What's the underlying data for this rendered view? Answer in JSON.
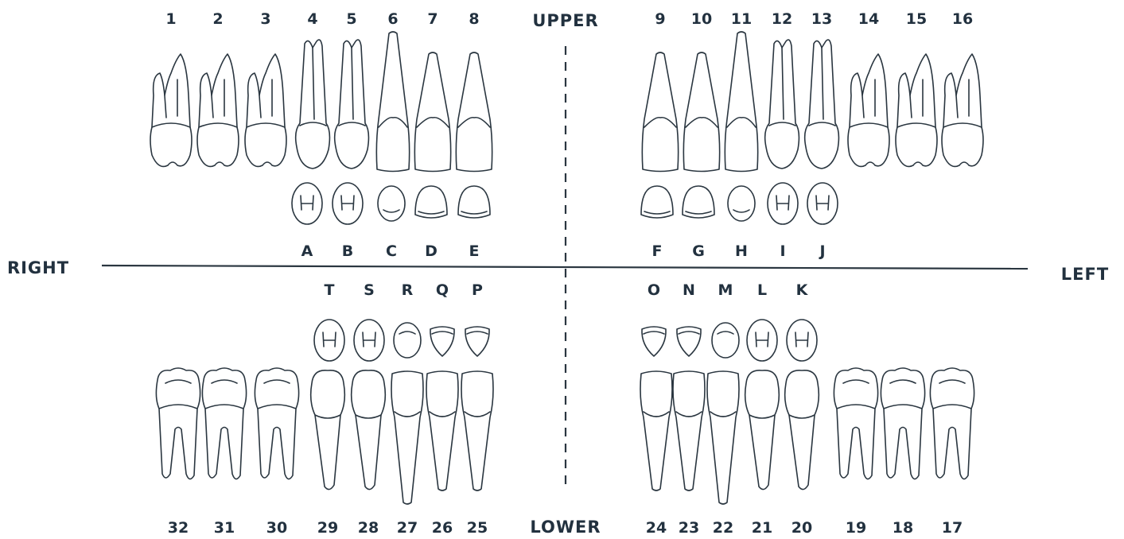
{
  "labels": {
    "upper": "UPPER",
    "lower": "LOWER",
    "right": "RIGHT",
    "left": "LEFT"
  },
  "upper_permanent": [
    {
      "number": "1",
      "type": "molar"
    },
    {
      "number": "2",
      "type": "molar"
    },
    {
      "number": "3",
      "type": "molar"
    },
    {
      "number": "4",
      "type": "premolar"
    },
    {
      "number": "5",
      "type": "premolar"
    },
    {
      "number": "6",
      "type": "canine"
    },
    {
      "number": "7",
      "type": "incisor"
    },
    {
      "number": "8",
      "type": "incisor"
    },
    {
      "number": "9",
      "type": "incisor"
    },
    {
      "number": "10",
      "type": "incisor"
    },
    {
      "number": "11",
      "type": "canine"
    },
    {
      "number": "12",
      "type": "premolar"
    },
    {
      "number": "13",
      "type": "premolar"
    },
    {
      "number": "14",
      "type": "molar"
    },
    {
      "number": "15",
      "type": "molar"
    },
    {
      "number": "16",
      "type": "molar"
    }
  ],
  "upper_primary": [
    {
      "letter": "A",
      "type": "molar"
    },
    {
      "letter": "B",
      "type": "molar"
    },
    {
      "letter": "C",
      "type": "canine"
    },
    {
      "letter": "D",
      "type": "incisor"
    },
    {
      "letter": "E",
      "type": "incisor"
    },
    {
      "letter": "F",
      "type": "incisor"
    },
    {
      "letter": "G",
      "type": "incisor"
    },
    {
      "letter": "H",
      "type": "canine"
    },
    {
      "letter": "I",
      "type": "molar"
    },
    {
      "letter": "J",
      "type": "molar"
    }
  ],
  "lower_primary": [
    {
      "letter": "T",
      "type": "molar"
    },
    {
      "letter": "S",
      "type": "molar"
    },
    {
      "letter": "R",
      "type": "canine"
    },
    {
      "letter": "Q",
      "type": "incisor"
    },
    {
      "letter": "P",
      "type": "incisor"
    },
    {
      "letter": "O",
      "type": "incisor"
    },
    {
      "letter": "N",
      "type": "incisor"
    },
    {
      "letter": "M",
      "type": "canine"
    },
    {
      "letter": "L",
      "type": "molar"
    },
    {
      "letter": "K",
      "type": "molar"
    }
  ],
  "lower_permanent": [
    {
      "number": "32",
      "type": "molar"
    },
    {
      "number": "31",
      "type": "molar"
    },
    {
      "number": "30",
      "type": "molar"
    },
    {
      "number": "29",
      "type": "premolar"
    },
    {
      "number": "28",
      "type": "premolar"
    },
    {
      "number": "27",
      "type": "canine"
    },
    {
      "number": "26",
      "type": "incisor"
    },
    {
      "number": "25",
      "type": "incisor"
    },
    {
      "number": "24",
      "type": "incisor"
    },
    {
      "number": "23",
      "type": "incisor"
    },
    {
      "number": "22",
      "type": "canine"
    },
    {
      "number": "21",
      "type": "premolar"
    },
    {
      "number": "20",
      "type": "premolar"
    },
    {
      "number": "19",
      "type": "molar"
    },
    {
      "number": "18",
      "type": "molar"
    },
    {
      "number": "17",
      "type": "molar"
    }
  ],
  "colors": {
    "ink": "#22313f",
    "background": "#ffffff"
  }
}
